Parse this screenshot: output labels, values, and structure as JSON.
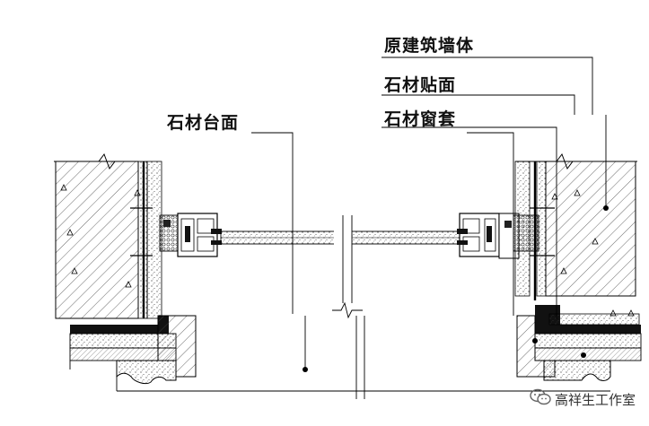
{
  "labels": {
    "wall": "原建筑墙体",
    "facing": "石材贴面",
    "window_cover": "石材窗套",
    "sill": "石材台面"
  },
  "watermark": {
    "text": "高祥生工作室",
    "icon": "wechat-icon"
  },
  "colors": {
    "line": "#000000",
    "hatch": "#444444",
    "paper": "#ffffff"
  }
}
